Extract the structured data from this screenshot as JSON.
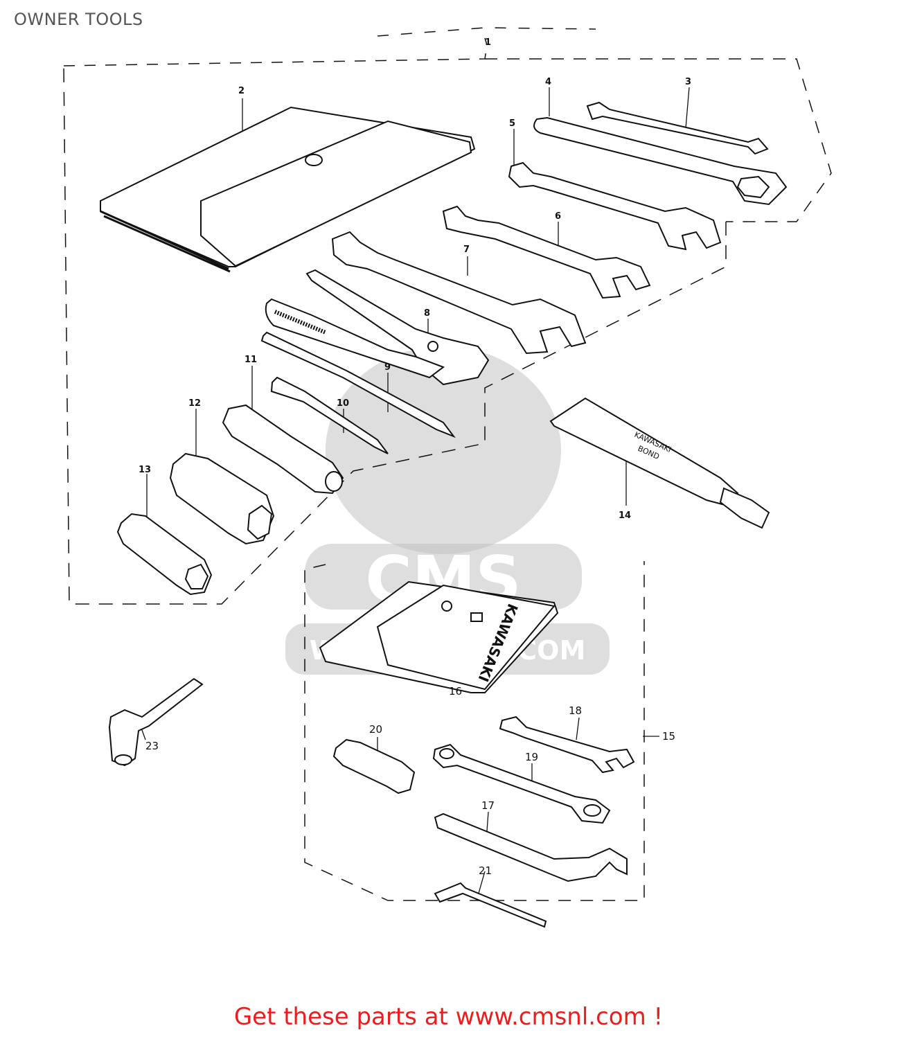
{
  "title": "OWNER TOOLS",
  "watermark": {
    "brand": "CMS",
    "url": "WWW.CMSNL.COM"
  },
  "parts": {
    "p1": "1",
    "p2": "2",
    "p3": "3",
    "p4": "4",
    "p5": "5",
    "p6": "6",
    "p7": "7",
    "p8": "8",
    "p9": "9",
    "p10": "10",
    "p11": "11",
    "p12": "12",
    "p13": "13",
    "p14": "14",
    "p15": "15",
    "p16": "16",
    "p17": "17",
    "p18": "18",
    "p19": "19",
    "p20": "20",
    "p21": "21",
    "p23": "23"
  },
  "tube_label_1": "KAWASAKI",
  "tube_label_2": "BOND",
  "pouch_label": "KAWASAKI",
  "footer": "Get these parts at www.cmsnl.com !",
  "colors": {
    "footer": "#ee1c1c",
    "title": "#555555",
    "line": "#111111"
  }
}
